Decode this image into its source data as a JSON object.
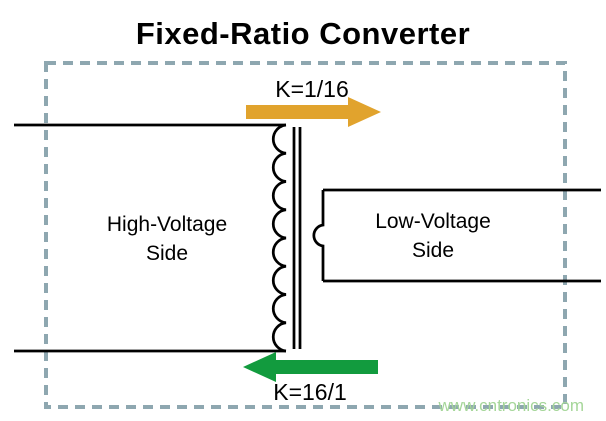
{
  "title": "Fixed-Ratio Converter",
  "diagram": {
    "border_color": "#8ea7b0",
    "line_color": "#000000",
    "top_arrow": {
      "label": "K=1/16",
      "color": "#e1a32d",
      "direction": "right"
    },
    "bottom_arrow": {
      "label": "K=16/1",
      "color": "#129b3e",
      "direction": "left"
    },
    "left_block": {
      "label_line1": "High-Voltage",
      "label_line2": "Side"
    },
    "right_block": {
      "label_line1": "Low-Voltage",
      "label_line2": "Side"
    }
  },
  "watermark": {
    "text": "www.cntronics.com",
    "color": "#a5d699"
  }
}
